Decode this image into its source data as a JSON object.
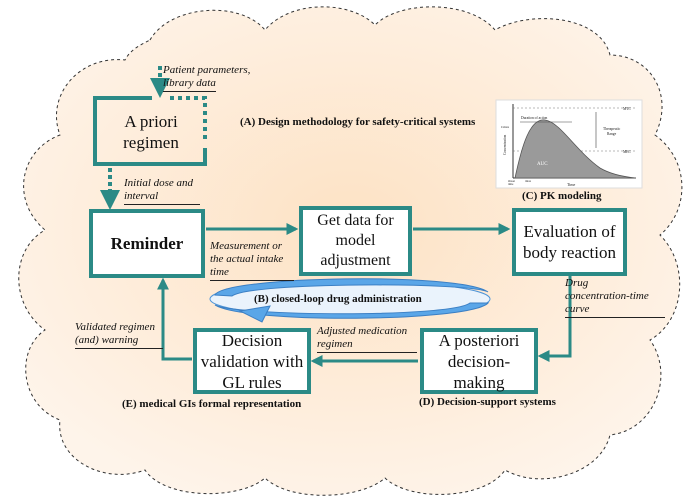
{
  "colors": {
    "cloud_fill": "#fce6cf",
    "box_border": "#2b8a86",
    "arrow": "#2b8a86",
    "loop_fill": "#5aa6e8",
    "loop_inner": "#eaf3fc"
  },
  "titles": {
    "methodology": "(A) Design methodology for safety-critical systems",
    "closed_loop": "(B) closed-loop  drug administration",
    "pk_modeling": "(C) PK modeling",
    "decision_support": "(D) Decision-support systems",
    "gl_representation": "(E) medical GIs formal representation"
  },
  "boxes": {
    "a_priori": "A priori regimen",
    "reminder": "Reminder",
    "get_data": "Get data for model adjustment",
    "evaluation": "Evaluation of body reaction",
    "a_posteriori": "A posteriori decision-making",
    "decision_validation": "Decision validation with GL rules"
  },
  "annotations": {
    "patient_params_1": "Patient parameters,",
    "patient_params_2": "library data",
    "initial_dose_1": "Initial dose and",
    "initial_dose_2": "interval",
    "measurement_1": "Measurement or",
    "measurement_2": "the actual intake",
    "measurement_3": "time",
    "drug_conc_1": "Drug",
    "drug_conc_2": "concentration-time",
    "drug_conc_3": "curve",
    "adjusted_1": "Adjusted medication",
    "adjusted_2": "regimen",
    "validated_1": "Validated regimen",
    "validated_2": "(and) warning"
  },
  "pk_graph": {
    "mtc": "MTC",
    "mec": "MEC",
    "duration": "Duration of action",
    "therapeutic_1": "Therapeutic",
    "therapeutic_2": "Range",
    "auc": "AUC",
    "cmax": "Cmax",
    "concentration": "Concentration",
    "time": "Time",
    "onset_1": "Onset",
    "onset_2": "time",
    "tmax": "tmax"
  }
}
